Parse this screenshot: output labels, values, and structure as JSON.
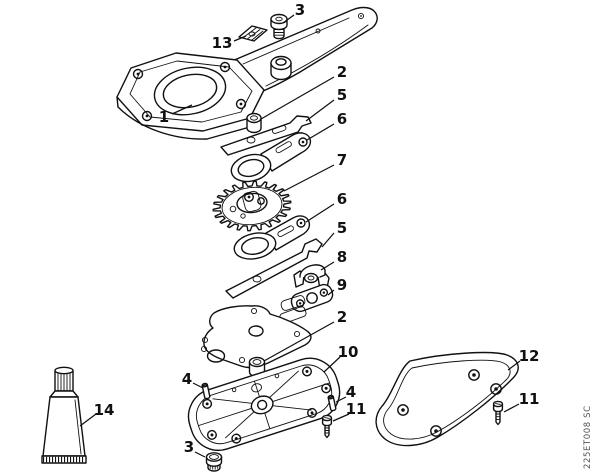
{
  "figure": {
    "kind": "exploded-parts-diagram",
    "watermark": "225ET008 SC",
    "colors": {
      "line": "#111111",
      "background": "#ffffff",
      "watermark": "#555555"
    }
  },
  "callouts": [
    {
      "part": "screw-top",
      "label": "3"
    },
    {
      "part": "clip",
      "label": "13"
    },
    {
      "part": "gearbox-housing",
      "label": "1"
    },
    {
      "part": "bushing-upper",
      "label": "2"
    },
    {
      "part": "blade-plate-upper",
      "label": "5"
    },
    {
      "part": "lever-upper",
      "label": "6"
    },
    {
      "part": "gear-wheel",
      "label": "7"
    },
    {
      "part": "lever-lower",
      "label": "6"
    },
    {
      "part": "blade-plate-lower",
      "label": "5"
    },
    {
      "part": "clamp",
      "label": "8"
    },
    {
      "part": "gasket",
      "label": "9"
    },
    {
      "part": "bushing-lower",
      "label": "2"
    },
    {
      "part": "base-plate",
      "label": "10"
    },
    {
      "part": "pin-left",
      "label": "4"
    },
    {
      "part": "pin-right",
      "label": "4"
    },
    {
      "part": "screw-left",
      "label": "11"
    },
    {
      "part": "plug-bottom",
      "label": "3"
    },
    {
      "part": "skid-plate",
      "label": "12"
    },
    {
      "part": "screw-right",
      "label": "11"
    },
    {
      "part": "grease-tube",
      "label": "14"
    }
  ]
}
